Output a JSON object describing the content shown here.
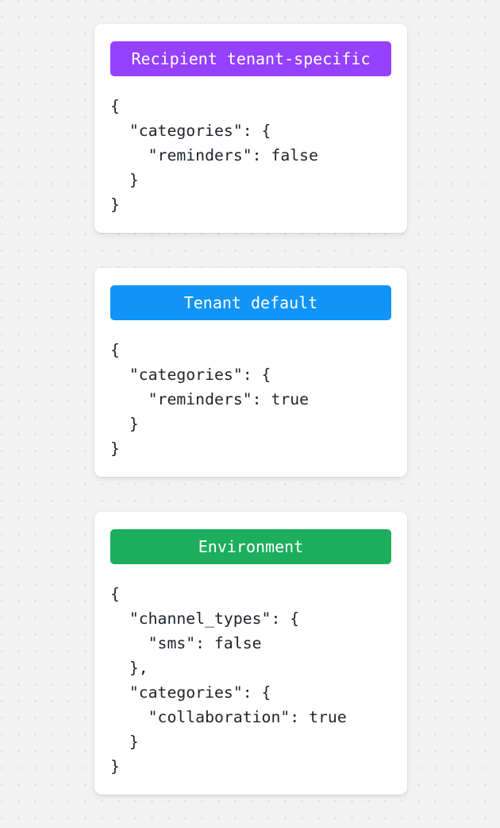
{
  "page": {
    "background_color": "#f2f2f2",
    "dot_color": "#d7d7d7",
    "card_background": "#ffffff",
    "code_text_color": "#1f2328"
  },
  "cards": [
    {
      "badge_label": "Recipient tenant-specific",
      "badge_color": "#9541ff",
      "code": "{\n  \"categories\": {\n    \"reminders\": false\n  }\n}"
    },
    {
      "badge_label": "Tenant default",
      "badge_color": "#1094f7",
      "code": "{\n  \"categories\": {\n    \"reminders\": true\n  }\n}"
    },
    {
      "badge_label": "Environment",
      "badge_color": "#1cae5c",
      "code": "{\n  \"channel_types\": {\n    \"sms\": false\n  },\n  \"categories\": {\n    \"collaboration\": true\n  }\n}"
    }
  ]
}
